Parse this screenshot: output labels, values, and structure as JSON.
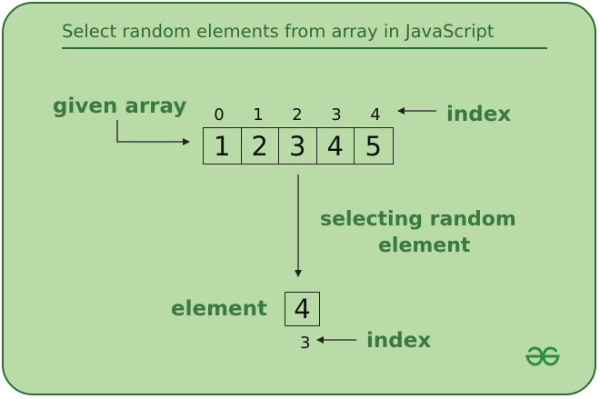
{
  "title": "Select random elements from array in JavaScript",
  "labels": {
    "given_array": "given array",
    "index_top": "index",
    "selecting_line1": "selecting random",
    "selecting_line2": "element",
    "element": "element",
    "index_bottom": "index"
  },
  "array": {
    "indices": [
      "0",
      "1",
      "2",
      "3",
      "4"
    ],
    "values": [
      "1",
      "2",
      "3",
      "4",
      "5"
    ]
  },
  "result": {
    "value": "4",
    "index": "3"
  },
  "colors": {
    "background": "#b9dba8",
    "accent": "#2f6a34",
    "label_green": "#3b7a3f"
  },
  "logo_icon": "gfg-logo-icon"
}
